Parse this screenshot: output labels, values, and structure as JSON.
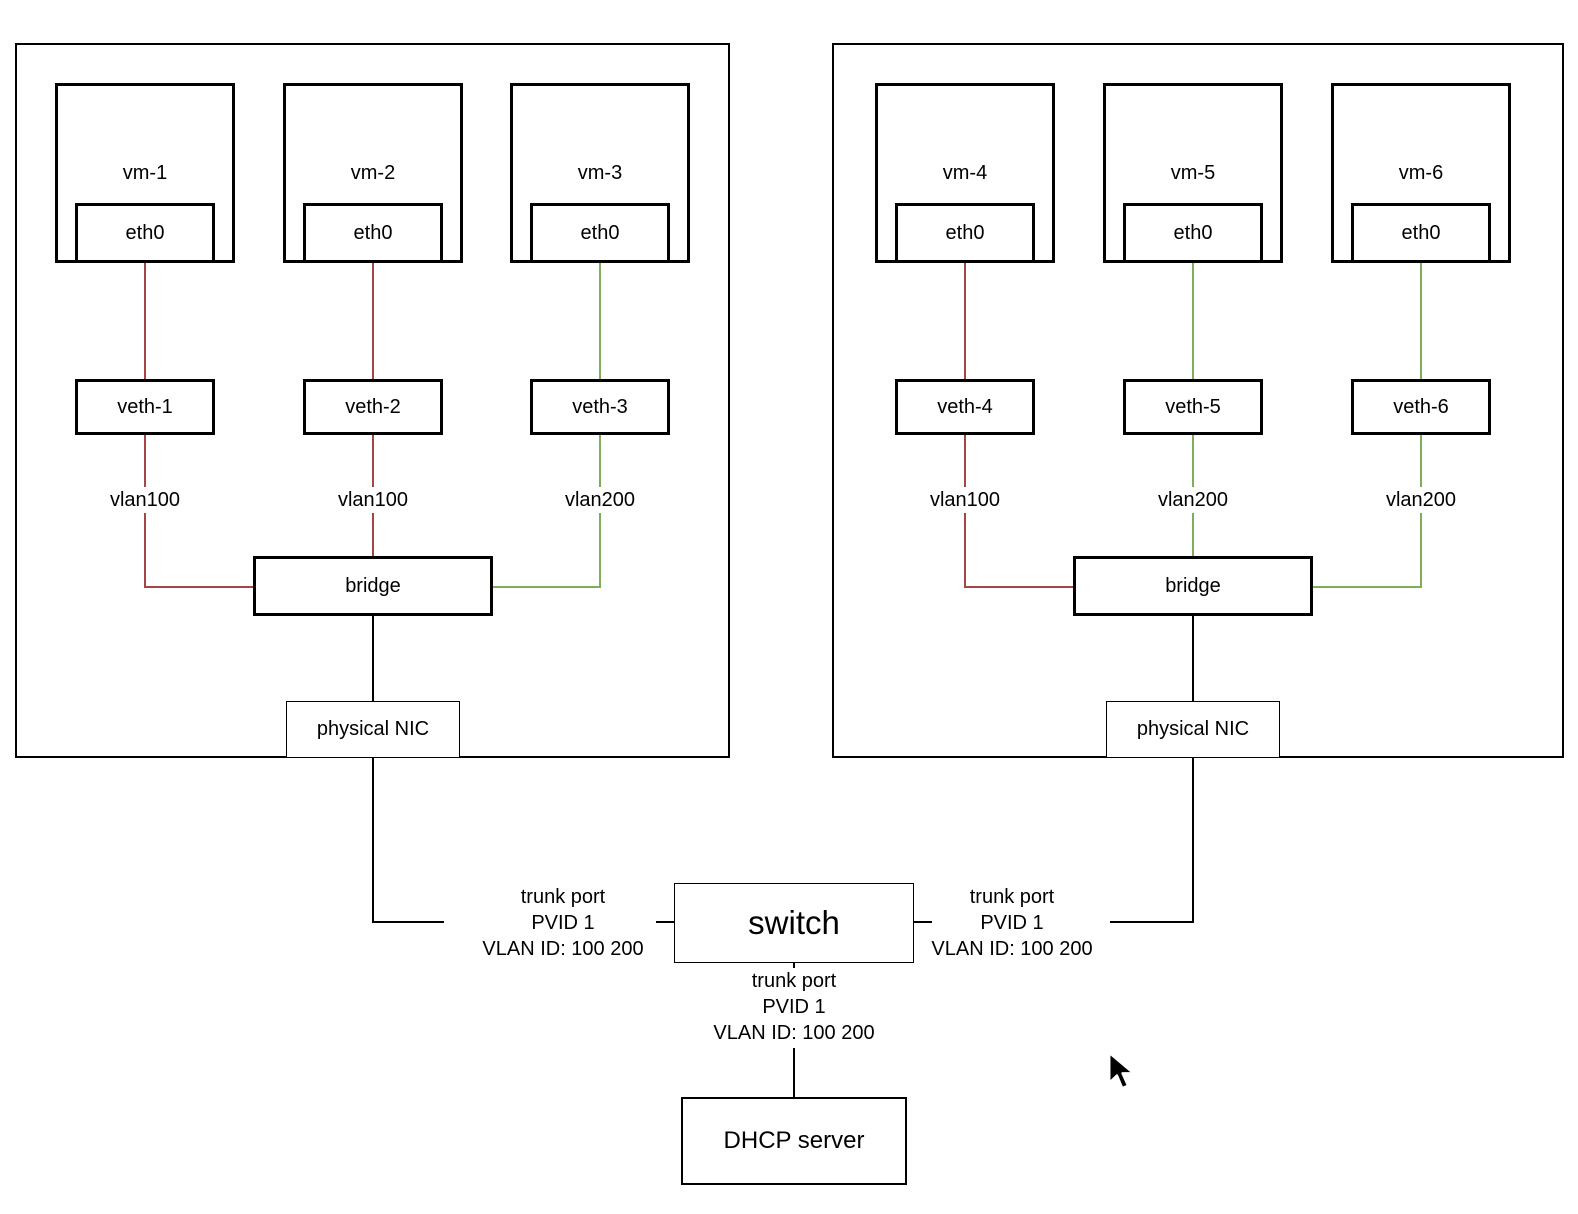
{
  "diagram": {
    "hosts": [
      {
        "vms": [
          {
            "name": "vm-1",
            "iface": "eth0",
            "veth": "veth-1",
            "vlan": "vlan100"
          },
          {
            "name": "vm-2",
            "iface": "eth0",
            "veth": "veth-2",
            "vlan": "vlan100"
          },
          {
            "name": "vm-3",
            "iface": "eth0",
            "veth": "veth-3",
            "vlan": "vlan200"
          }
        ],
        "bridge": "bridge",
        "nic": "physical NIC"
      },
      {
        "vms": [
          {
            "name": "vm-4",
            "iface": "eth0",
            "veth": "veth-4",
            "vlan": "vlan100"
          },
          {
            "name": "vm-5",
            "iface": "eth0",
            "veth": "veth-5",
            "vlan": "vlan200"
          },
          {
            "name": "vm-6",
            "iface": "eth0",
            "veth": "veth-6",
            "vlan": "vlan200"
          }
        ],
        "bridge": "bridge",
        "nic": "physical NIC"
      }
    ],
    "switch_label": "switch",
    "dhcp_label": "DHCP server",
    "trunk_label": {
      "line1": "trunk port",
      "line2": "PVID 1",
      "line3": "VLAN ID: 100 200"
    },
    "colors": {
      "vlan100": "#A54545",
      "vlan200": "#7EAE58",
      "wire": "#000000"
    }
  }
}
